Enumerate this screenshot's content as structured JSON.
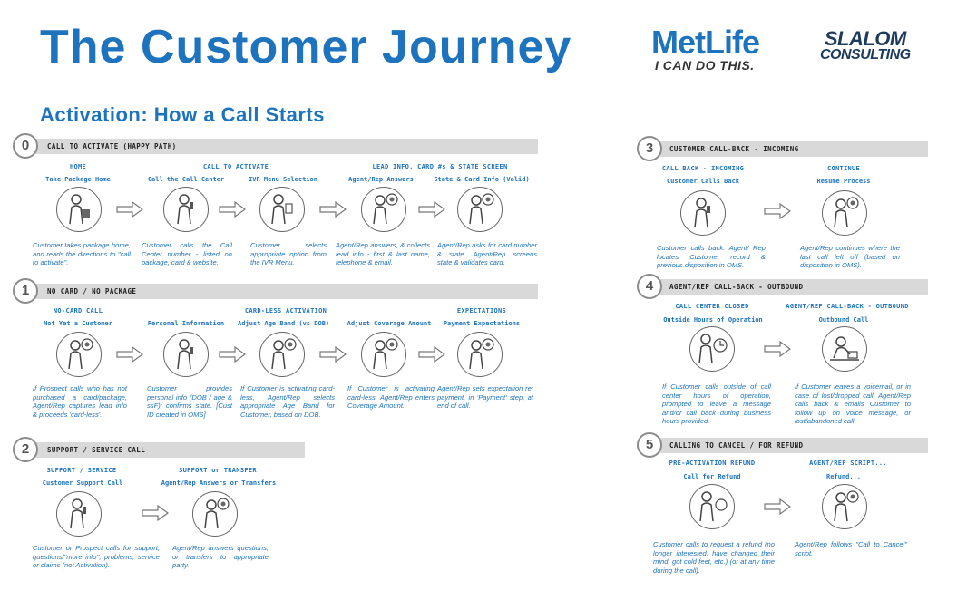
{
  "header": {
    "title": "The Customer Journey",
    "subtitle": "Activation:  How a Call Starts",
    "metlife_logo": "MetLife",
    "metlife_tagline": "I CAN DO THIS.",
    "slalom_logo_line1": "SLALOM",
    "slalom_logo_line2": "CONSULTING"
  },
  "colors": {
    "accent": "#1e73be",
    "bar": "#d9d9d9"
  },
  "sections": {
    "s0": {
      "number": "0",
      "label": "CALL TO ACTIVATE (HAPPY PATH)",
      "groups": [
        "HOME",
        "CALL TO ACTIVATE",
        "LEAD INFO, CARD #s & STATE SCREEN"
      ],
      "steps": [
        {
          "title": "Take Package Home",
          "icon": "person-package-icon",
          "desc": "Customer takes package home, and reads the directions to \"call to activate\"."
        },
        {
          "title": "Call the Call Center",
          "icon": "person-phone-icon",
          "desc": "Customer calls the Call Center number - listed on package, card & website."
        },
        {
          "title": "IVR Menu Selection",
          "icon": "person-phone-menu-icon",
          "desc": "Customer selects appropriate option from the IVR Menu."
        },
        {
          "title": "Agent/Rep Answers",
          "icon": "agent-headset-icon",
          "desc": "Agent/Rep answers, & collects lead info - first & last name, telephone & email."
        },
        {
          "title": "State & Card Info (Valid)",
          "icon": "agent-headset-icon",
          "desc": "Agent/Rep asks for card number & state. Agent/Rep screens state & validates card."
        }
      ]
    },
    "s1": {
      "number": "1",
      "label": "NO CARD / NO PACKAGE",
      "groups": [
        "NO-CARD CALL",
        "CARD-LESS ACTIVATION",
        "EXPECTATIONS"
      ],
      "steps": [
        {
          "title": "Not Yet a Customer",
          "icon": "agent-headset-icon",
          "desc": "If Prospect calls who has not purchased a card/package, Agent/Rep captures lead info & proceeds 'card-less'."
        },
        {
          "title": "Personal Information",
          "icon": "person-phone-icon",
          "desc": "Customer provides personal info (DOB / age & ssF); confirms state. [Cust ID created in OMS]"
        },
        {
          "title": "Adjust Age Band (vs DOB)",
          "icon": "agent-headset-icon",
          "desc": "If Customer is activating card-less, Agent/Rep selects appropriate Age Band for Customer, based on DOB."
        },
        {
          "title": "Adjust Coverage Amount",
          "icon": "agent-headset-icon",
          "desc": "If Customer is activating card-less, Agent/Rep enters Coverage Amount."
        },
        {
          "title": "Payment Expectations",
          "icon": "agent-headset-icon",
          "desc": "Agent/Rep sets expectation re: payment, in 'Payment' step, at end of call."
        }
      ]
    },
    "s2": {
      "number": "2",
      "label": "SUPPORT / SERVICE CALL",
      "groups": [
        "SUPPORT / SERVICE",
        "SUPPORT or TRANSFER"
      ],
      "steps": [
        {
          "title": "Customer Support Call",
          "icon": "person-phone-icon",
          "desc": "Customer or Prospect calls for support, questions/\"more info\", problems, service or claims (not Activation)."
        },
        {
          "title": "Agent/Rep Answers or Transfers",
          "icon": "agent-headset-icon",
          "desc": "Agent/Rep answers questions, or transfers to appropriate party."
        }
      ]
    },
    "s3": {
      "number": "3",
      "label": "CUSTOMER CALL-BACK - INCOMING",
      "groups": [
        "CALL BACK - INCOMING",
        "CONTINUE"
      ],
      "steps": [
        {
          "title": "Customer Calls Back",
          "icon": "person-phone-icon",
          "desc": "Customer calls back. Agent/ Rep locates Customer record & previous disposition in OMS."
        },
        {
          "title": "Resume Process",
          "icon": "agent-headset-icon",
          "desc": "Agent/Rep continues where the last call left off (based on disposition in OMS)."
        }
      ]
    },
    "s4": {
      "number": "4",
      "label": "AGENT/REP CALL-BACK - OUTBOUND",
      "groups": [
        "CALL CENTER CLOSED",
        "AGENT/REP CALL-BACK - OUTBOUND"
      ],
      "steps": [
        {
          "title": "Outside Hours of Operation",
          "icon": "person-clock-icon",
          "desc": "If Customer calls outside of call center hours of operation, prompted to leave a message and/or call back during business hours provided."
        },
        {
          "title": "Outbound Call",
          "icon": "agent-desk-icon",
          "desc": "If Customer leaves a voicemail, or in case of lost/dropped call, Agent/Rep calls back & emails Customer to follow up on voice message, or lost/abandoned call."
        }
      ]
    },
    "s5": {
      "number": "5",
      "label": "CALLING TO CANCEL / FOR REFUND",
      "groups": [
        "PRE-ACTIVATION REFUND",
        "AGENT/REP SCRIPT..."
      ],
      "steps": [
        {
          "title": "Call for Refund",
          "icon": "person-refund-icon",
          "desc": "Customer calls to request a refund (no longer interested, have changed their mind, got cold feet, etc.) (or at any time during the call)."
        },
        {
          "title": "Refund...",
          "icon": "agent-headset-icon",
          "desc": "Agent/Rep follows \"Call to Cancel\" script."
        }
      ]
    }
  }
}
